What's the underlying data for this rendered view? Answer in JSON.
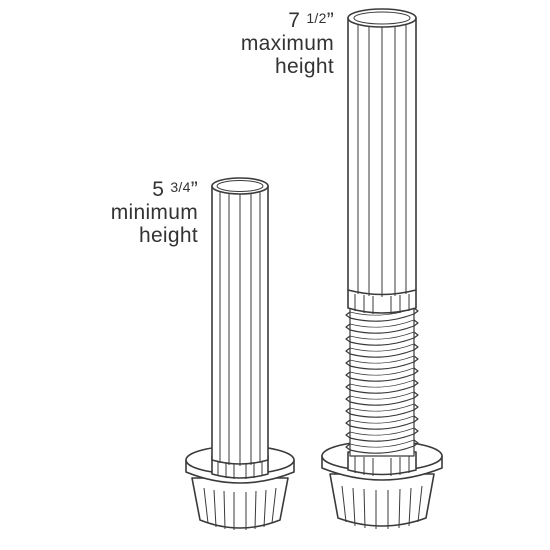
{
  "labels": {
    "minimum": {
      "number": "5",
      "fraction": "3/4",
      "unit": "”",
      "line2": "minimum",
      "line3": "height"
    },
    "maximum": {
      "number": "7",
      "fraction": "1/2",
      "unit": "”",
      "line2": "maximum",
      "line3": "height"
    }
  },
  "colors": {
    "line": "#3a3a3a",
    "fill": "#ffffff"
  }
}
